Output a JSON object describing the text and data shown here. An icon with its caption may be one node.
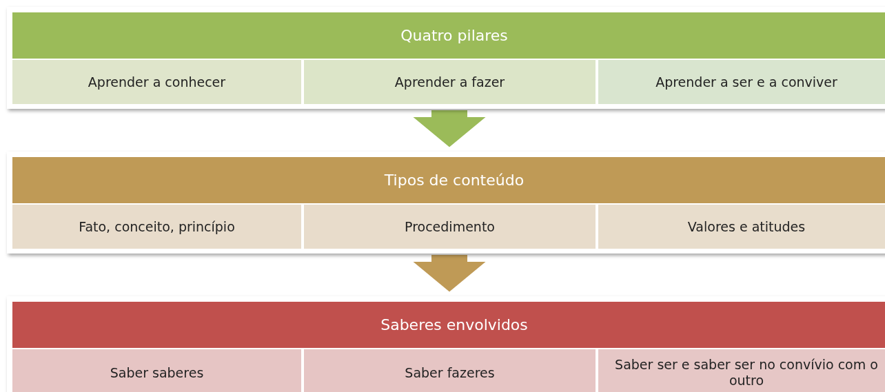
{
  "diagram": {
    "nodes": [
      {
        "text": [
          "Quatro pilares"
        ]
      },
      {
        "text": [
          "Aprender a conhecer"
        ],
        "in": 0
      },
      {
        "text": [
          "Aprender a fazer"
        ],
        "in": 0
      },
      {
        "text": [
          "Aprender a ser e a conviver"
        ],
        "in": 0
      },
      {
        "text": [
          "Tipos de conteúdo"
        ]
      },
      {
        "text": [
          "Fato, conceito, princípio"
        ],
        "in": 4
      },
      {
        "text": [
          "Procedimento"
        ],
        "in": 4
      },
      {
        "text": [
          "Valores e atitudes"
        ],
        "in": 4
      },
      {
        "text": [
          "Saberes envolvidos"
        ]
      },
      {
        "text": [
          "Saber saberes"
        ],
        "in": 8
      },
      {
        "text": [
          "Saber fazeres"
        ],
        "in": 8
      },
      {
        "text": [
          "Saber ser e saber ser no convívio com o outro"
        ],
        "in": 8
      }
    ],
    "edges": [
      {
        "from": 0,
        "to": 4,
        "arrow": "to",
        "color": "#9bbb59"
      },
      {
        "from": 4,
        "to": 8,
        "arrow": "to",
        "color": "#bf9a56"
      }
    ]
  }
}
